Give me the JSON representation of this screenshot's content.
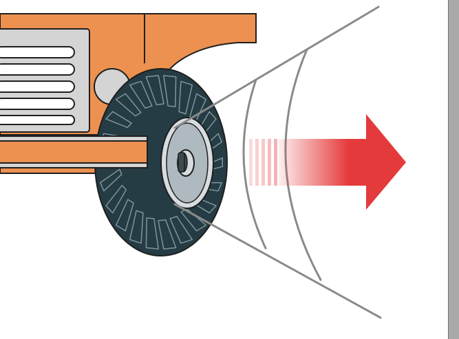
{
  "diagram": {
    "subject": "tractor-front-wheel-ultrasonic-sensing",
    "components": {
      "tractor_body": {
        "icon": "tractor-body-illustration"
      },
      "grille": {
        "icon": "radiator-grille-icon"
      },
      "headlight": {
        "icon": "round-headlight-icon"
      },
      "wheel": {
        "icon": "treaded-tire-icon"
      },
      "hub": {
        "icon": "wheel-hub-icon"
      },
      "sensing_cone": {
        "icon": "detection-cone-icon",
        "arc_count": 2
      },
      "direction_arrow": {
        "icon": "right-arrow-icon",
        "dash_count": 5
      }
    },
    "colors": {
      "body_orange": "#ec9150",
      "outline": "#1e1e1e",
      "grille_gray": "#d4d4d4",
      "tire_dark": "#253c44",
      "rim_light": "#d7dcdf",
      "hub_mid": "#aeb9c0",
      "cone_line": "#8a8a8a",
      "arrow_red": "#e53a3b",
      "edge_bar": "#a9a9a9"
    }
  }
}
